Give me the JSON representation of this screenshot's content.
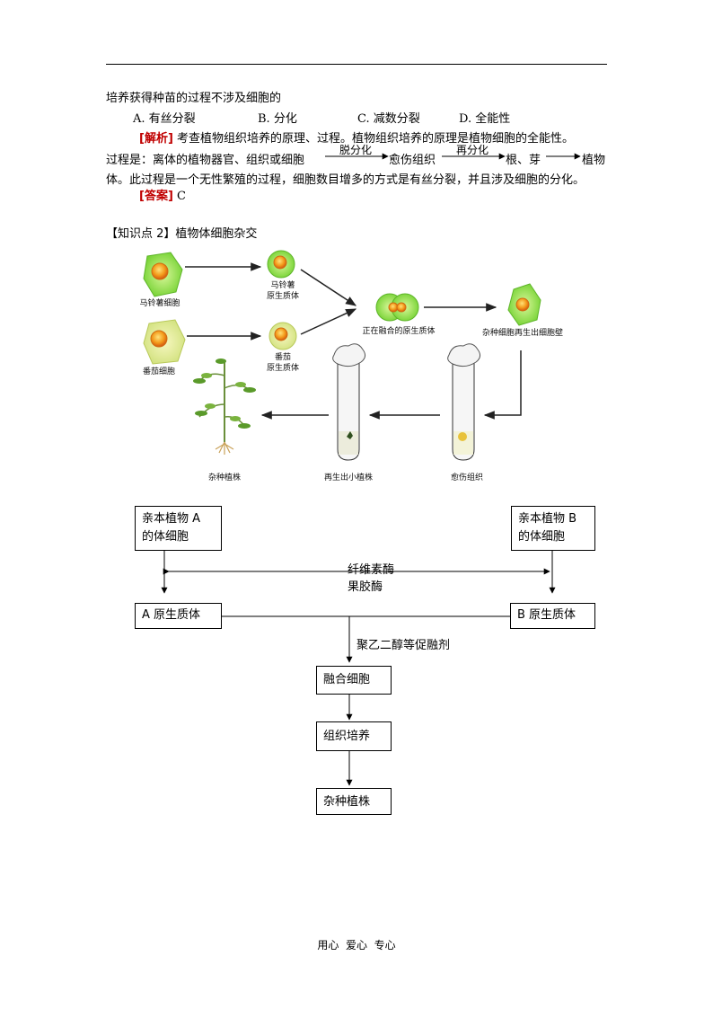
{
  "question": {
    "stem": "培养获得种苗的过程不涉及细胞的",
    "options": [
      "A. 有丝分裂",
      "B. 分化",
      "C. 减数分裂",
      "D. 全能性"
    ],
    "analysis_tag": "[解析]",
    "analysis_text": "考查植物组织培养的原理、过程。植物组织培养的原理是植物细胞的全能性。",
    "process_prefix": "过程是：离体的植物器官、组织或细胞",
    "arrow1_label": "脱分化",
    "process_mid1": "愈伤组织",
    "arrow2_label": "再分化",
    "process_mid2": "根、芽",
    "process_end": "植物",
    "process_line3": "体。此过程是一个无性繁殖的过程，细胞数目增多的方式是有丝分裂，并且涉及细胞的分化。",
    "answer_tag": "[答案]",
    "answer_value": "C"
  },
  "section": {
    "title": "【知识点 2】植物体细胞杂交"
  },
  "figure": {
    "labels": {
      "potato_cell": "马铃薯细胞",
      "potato_protoplast": [
        "马铃薯",
        "原生质体"
      ],
      "tomato_cell": "番茄细胞",
      "tomato_protoplast": [
        "番茄",
        "原生质体"
      ],
      "fusing": "正在融合的原生质体",
      "hybrid_cell": "杂种细胞再生出细胞壁",
      "callus": "愈伤组织",
      "plantlet": "再生出小植株",
      "hybrid_plant": "杂种植株"
    }
  },
  "flowchart": {
    "parent_a": [
      "亲本植物 A",
      "的体细胞"
    ],
    "parent_b": [
      "亲本植物 B",
      "的体细胞"
    ],
    "enzyme1": "纤维素酶",
    "enzyme2": "果胶酶",
    "proto_a": "A 原生质体",
    "proto_b": "B 原生质体",
    "fusion_agent": "聚乙二醇等促融剂",
    "fused_cell": "融合细胞",
    "tissue_culture": "组织培养",
    "hybrid_plant": "杂种植株"
  },
  "footer": {
    "text": "用心  爱心  专心"
  }
}
